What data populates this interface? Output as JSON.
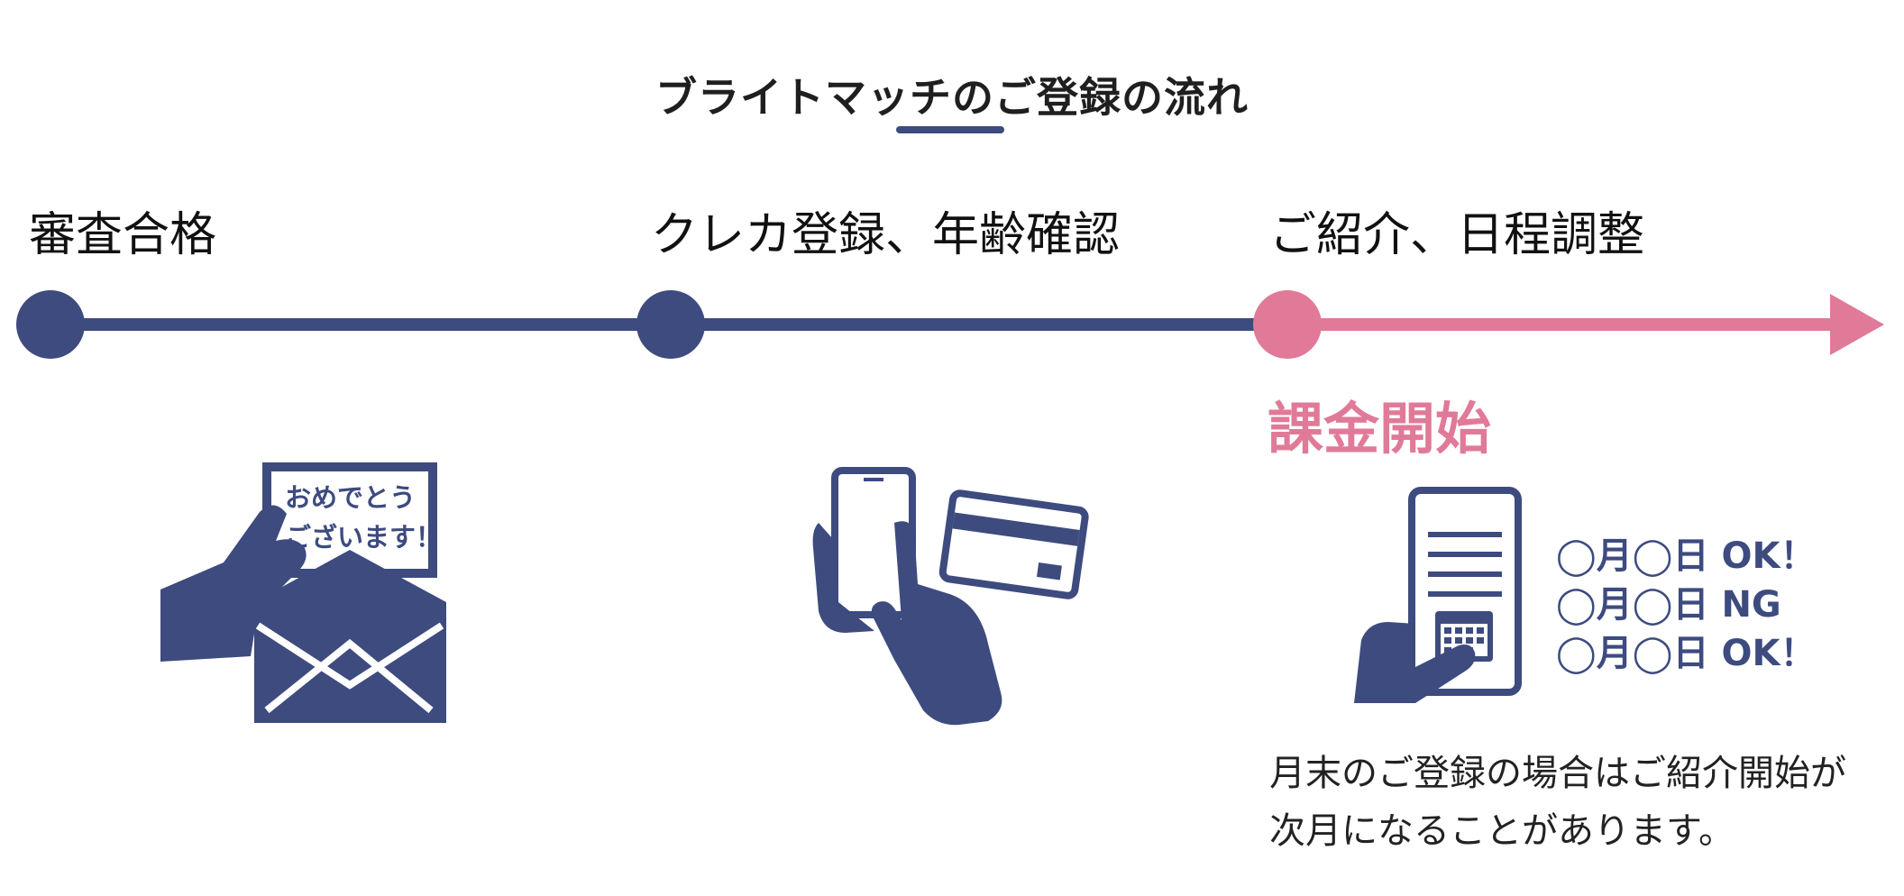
{
  "title": "ブライトマッチのご登録の流れ",
  "steps": [
    {
      "label": "審査合格"
    },
    {
      "label": "クレカ登録、年齢確認"
    },
    {
      "label": "ご紹介、日程調整"
    }
  ],
  "billing_label": "課金開始",
  "envelope_card": {
    "line1": "おめでとう",
    "line2": "ございます！"
  },
  "schedule": [
    {
      "text": "◯月◯日 OK！"
    },
    {
      "text": "◯月◯日 NG"
    },
    {
      "text": "◯月◯日 OK！"
    }
  ],
  "note": {
    "line1": "月末のご登録の場合はご紹介開始が",
    "line2": "次月になることがあります。"
  },
  "colors": {
    "navy": "#3d4b7f",
    "pink": "#e07a98"
  },
  "icons": [
    "envelope-hand-icon",
    "smartphone-card-icon",
    "smartphone-calendar-icon"
  ]
}
